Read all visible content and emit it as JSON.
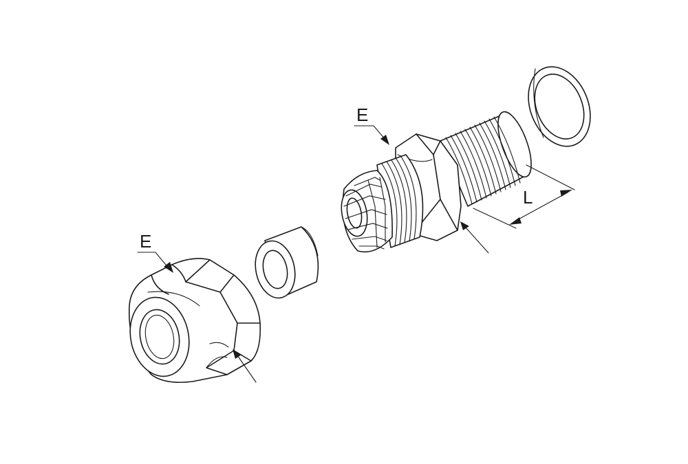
{
  "labels": {
    "nut_marker": "E",
    "body_marker": "E",
    "thread_length": "L"
  },
  "colors": {
    "line": "#1a1a1a",
    "background": "#ffffff"
  }
}
